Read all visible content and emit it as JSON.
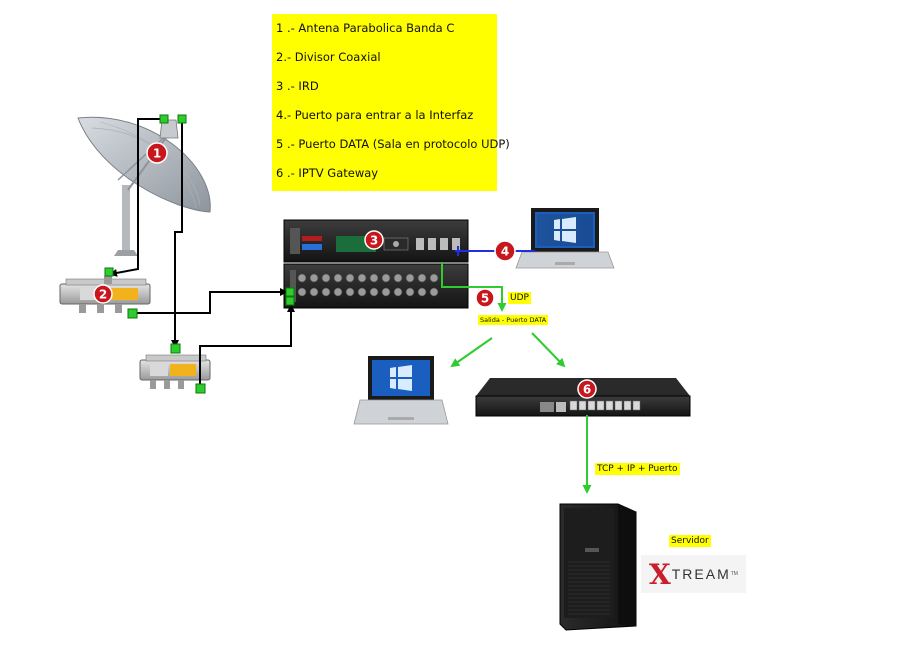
{
  "legend": {
    "items": [
      "1 .- Antena Parabolica Banda C",
      "2.- Divisor Coaxial",
      "3 .- IRD",
      "4.- Puerto para entrar a la Interfaz",
      "5 .-  Puerto DATA  (Sala en protocolo UDP)",
      "6 .-  IPTV Gateway"
    ]
  },
  "badges": {
    "b1": "1",
    "b2": "2",
    "b3": "3",
    "b4": "4",
    "b5": "5",
    "b6": "6"
  },
  "labels": {
    "udp": "UDP",
    "salida": "Salida - Puerto DATA",
    "tcp": "TCP + IP + Puerto",
    "servidor": "Servidor"
  },
  "logo": {
    "x": "X",
    "rest": "TREAM",
    "tm": "TM"
  },
  "colors": {
    "highlight": "#ffff00",
    "badge": "#c8161d",
    "connector": "#2ecc2e",
    "ethernet": "#1f2fe0",
    "cable": "#000000",
    "logo_red": "#c81f2a"
  }
}
